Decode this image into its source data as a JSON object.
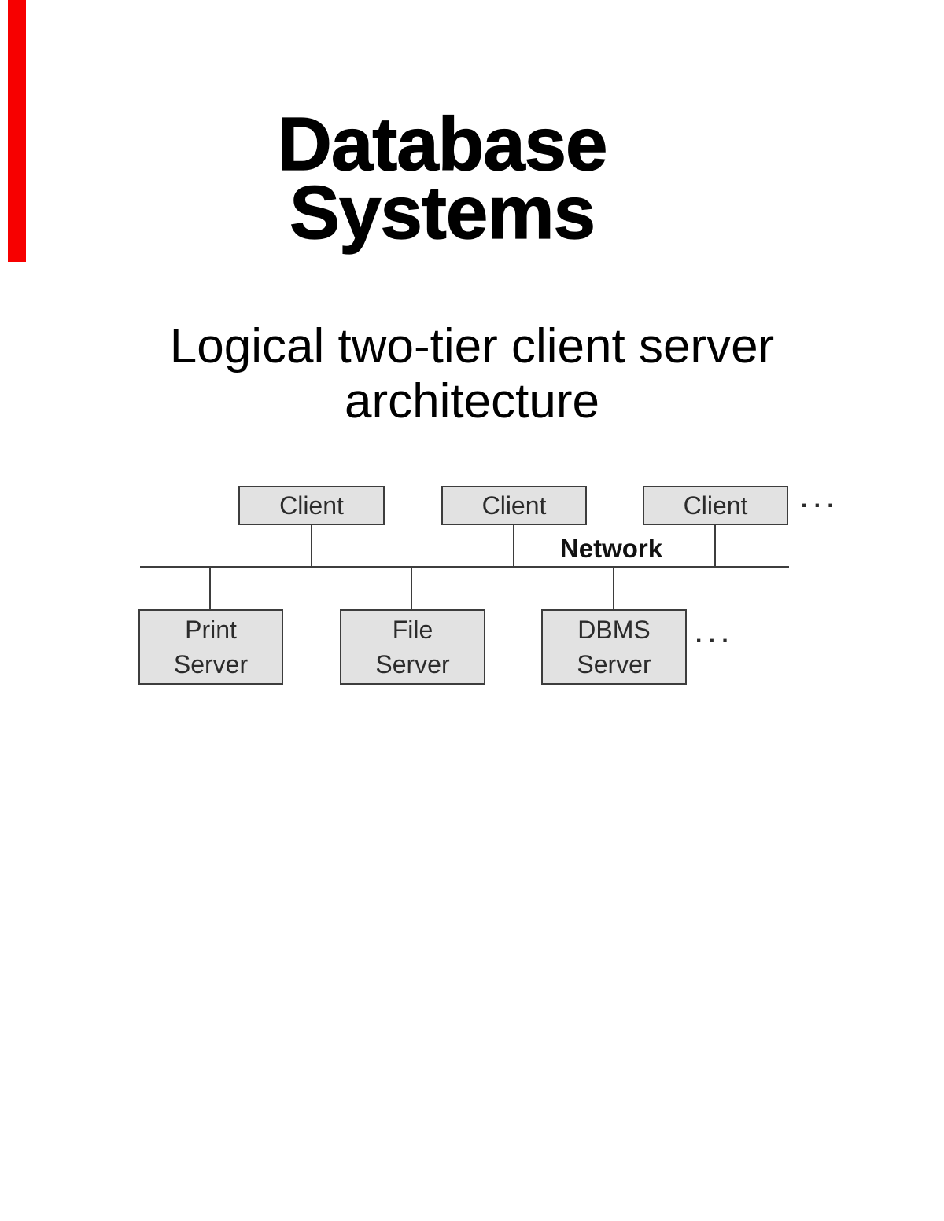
{
  "colors": {
    "accent_red": "#f70000",
    "box_fill": "#e2e2e2",
    "box_border": "#3d3d3d",
    "line_color": "#3d3d3d",
    "box_text": "#2b2b2b",
    "label_color": "#111111"
  },
  "title": {
    "line1": "Database",
    "line2": "Systems"
  },
  "subtitle": {
    "line1": "Logical two-tier client server",
    "line2": "architecture"
  },
  "diagram": {
    "network_label": "Network",
    "clients": [
      {
        "label": "Client"
      },
      {
        "label": "Client"
      },
      {
        "label": "Client"
      }
    ],
    "client_ellipsis": ". . .",
    "servers": [
      {
        "line1": "Print",
        "line2": "Server"
      },
      {
        "line1": "File",
        "line2": "Server"
      },
      {
        "line1": "DBMS",
        "line2": "Server"
      }
    ],
    "server_ellipsis": ". . ."
  }
}
